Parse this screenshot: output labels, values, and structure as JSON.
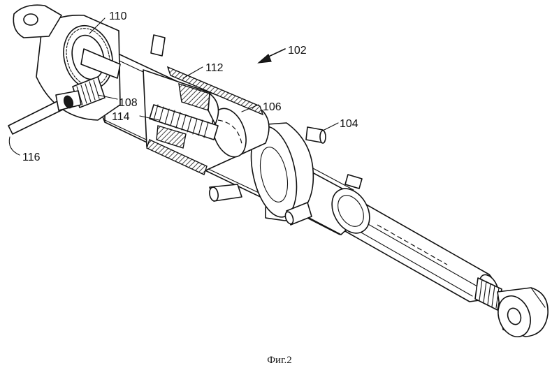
{
  "figure": {
    "caption": "Фиг.2",
    "labels": {
      "l102": "102",
      "l104": "104",
      "l106": "106",
      "l108": "108",
      "l110": "110",
      "l112": "112",
      "l114": "114",
      "l116": "116"
    }
  }
}
